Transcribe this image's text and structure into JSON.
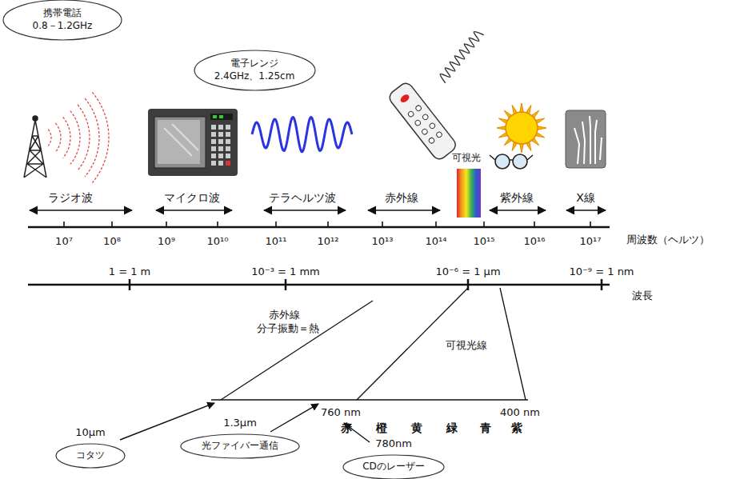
{
  "diagram": {
    "nodes": [
      {
        "text": [
          "携帯電話",
          "0.8－1.2GHz"
        ]
      },
      {
        "text": [
          "電子レンジ",
          "2.4GHz、1.25cm"
        ]
      },
      {
        "text": [
          "10μm",
          "コタツ"
        ]
      },
      {
        "text": [
          "1.3μm",
          "光ファイバー通信"
        ]
      },
      {
        "text": [
          "780nm",
          "CDのレーザー"
        ]
      }
    ],
    "labels": [
      "ラジオ波",
      "マイクロ波",
      "テラヘルツ波",
      "赤外線",
      "可視光",
      "紫外線",
      "X線",
      "10⁷",
      "10⁸",
      "10⁹",
      "10¹⁰",
      "10¹¹",
      "10¹²",
      "10¹³",
      "10¹⁴",
      "10¹⁵",
      "10¹⁶",
      "10¹⁷",
      "周波数（ヘルツ）",
      "1 = 1 m",
      "10⁻³ = 1 mm",
      "10⁻⁶ = 1 μm",
      "10⁻⁹ = 1 nm",
      "波長",
      "赤外線",
      "分子振動＝熱",
      "可視光線",
      "760 nm",
      "400 nm",
      "赤",
      "橙",
      "黄",
      "緑",
      "青",
      "紫"
    ]
  }
}
